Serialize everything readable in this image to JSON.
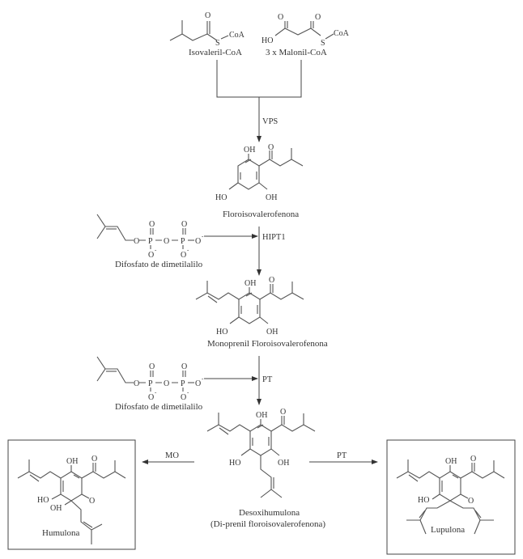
{
  "compounds": {
    "isovaleril": "Isovaleril-CoA",
    "malonil": "3 x Malonil-CoA",
    "floroisovalerofenona": "Floroisovalerofenona",
    "difosfato1": "Difosfato de dimetilalilo",
    "monoprenil": "Monoprenil Floroisovalerofenona",
    "difosfato2": "Difosfato de dimetilalilo",
    "desoxihumulona": "Desoxihumulona",
    "desoxihumulona_sub": "(Di-prenil floroisovalerofenona)",
    "humulona": "Humulona",
    "lupulona": "Lupulona"
  },
  "enzymes": {
    "vps": "VPS",
    "hipt1": "HIPT1",
    "pt1": "PT",
    "mo": "MO",
    "pt2": "PT"
  },
  "atoms": {
    "O": "O",
    "S": "S",
    "CoA": "CoA",
    "HO": "HO",
    "OH": "OH",
    "P": "P",
    "minus": "-"
  }
}
